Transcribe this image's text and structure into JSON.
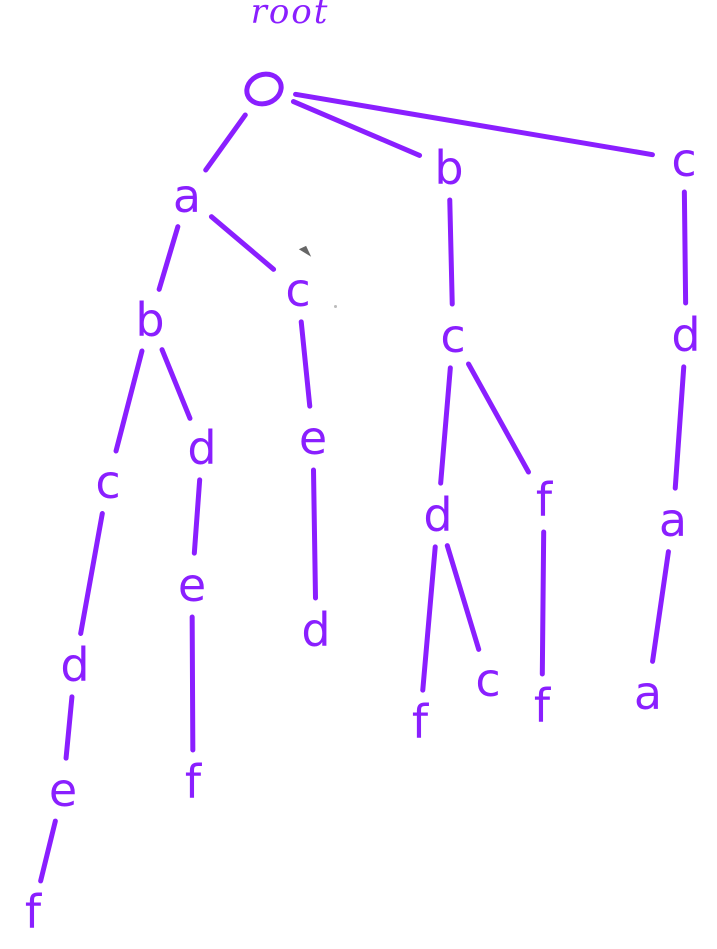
{
  "ink_color": "#8a1fff",
  "root_label": "root",
  "nodes": [
    {
      "id": "root",
      "label": ""
    },
    {
      "id": "a",
      "label": "a"
    },
    {
      "id": "ab",
      "label": "b"
    },
    {
      "id": "abc",
      "label": "c"
    },
    {
      "id": "abcd",
      "label": "d"
    },
    {
      "id": "abcde",
      "label": "e"
    },
    {
      "id": "abcdef",
      "label": "f"
    },
    {
      "id": "abd",
      "label": "d"
    },
    {
      "id": "abde",
      "label": "e"
    },
    {
      "id": "abdef",
      "label": "f"
    },
    {
      "id": "ac",
      "label": "c"
    },
    {
      "id": "ace",
      "label": "e"
    },
    {
      "id": "aced",
      "label": "d"
    },
    {
      "id": "b",
      "label": "b"
    },
    {
      "id": "bc",
      "label": "c"
    },
    {
      "id": "bcd",
      "label": "d"
    },
    {
      "id": "bcdf",
      "label": "f"
    },
    {
      "id": "bcdc",
      "label": "c"
    },
    {
      "id": "bcf",
      "label": "f"
    },
    {
      "id": "bcff",
      "label": "f"
    },
    {
      "id": "c",
      "label": "c"
    },
    {
      "id": "cd",
      "label": "d"
    },
    {
      "id": "cda",
      "label": "a"
    },
    {
      "id": "cdaa",
      "label": "a"
    }
  ],
  "edges": [
    [
      "root",
      "a"
    ],
    [
      "root",
      "b"
    ],
    [
      "root",
      "c"
    ],
    [
      "a",
      "ab"
    ],
    [
      "a",
      "ac"
    ],
    [
      "ab",
      "abc"
    ],
    [
      "ab",
      "abd"
    ],
    [
      "abc",
      "abcd"
    ],
    [
      "abcd",
      "abcde"
    ],
    [
      "abcde",
      "abcdef"
    ],
    [
      "abd",
      "abde"
    ],
    [
      "abde",
      "abdef"
    ],
    [
      "ac",
      "ace"
    ],
    [
      "ace",
      "aced"
    ],
    [
      "b",
      "bc"
    ],
    [
      "bc",
      "bcd"
    ],
    [
      "bc",
      "bcf"
    ],
    [
      "bcd",
      "bcdf"
    ],
    [
      "bcd",
      "bcdc"
    ],
    [
      "bcf",
      "bcff"
    ],
    [
      "c",
      "cd"
    ],
    [
      "cd",
      "cda"
    ],
    [
      "cda",
      "cdaa"
    ]
  ]
}
